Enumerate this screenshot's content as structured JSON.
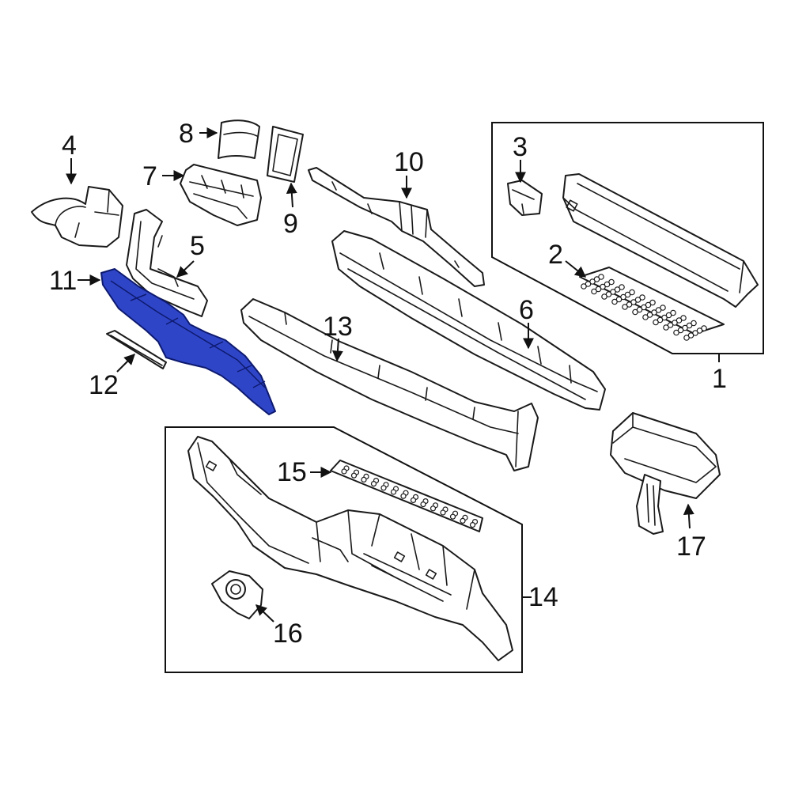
{
  "callouts": {
    "c1": "1",
    "c2": "2",
    "c3": "3",
    "c4": "4",
    "c5": "5",
    "c6": "6",
    "c7": "7",
    "c8": "8",
    "c9": "9",
    "c10": "10",
    "c11": "11",
    "c12": "12",
    "c13": "13",
    "c14": "14",
    "c15": "15",
    "c16": "16",
    "c17": "17"
  },
  "highlight": {
    "part": "11",
    "color": "#2f45c8"
  },
  "colors": {
    "line": "#1a1a1a",
    "background": "#ffffff"
  }
}
